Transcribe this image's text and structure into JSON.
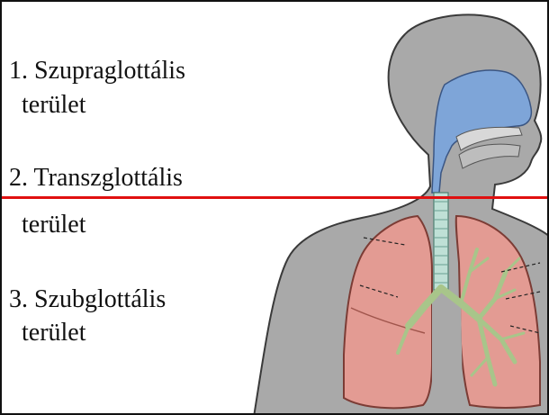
{
  "labels": {
    "supra_line1": "1. Szupraglottális",
    "supra_line2": "terület",
    "trans_line1": "2. Transzglottális",
    "trans_line2": "terület",
    "sub_line1": "3. Szubglottális",
    "sub_line2": "terület"
  },
  "colors": {
    "divider": "#e01010",
    "body": "#a9a9a9",
    "body_outline": "#3a3a3a",
    "airway": "#7ea5d8",
    "lung": "#e39b93",
    "trachea": "#bfe0d6",
    "bronchi": "#a8c58a"
  }
}
